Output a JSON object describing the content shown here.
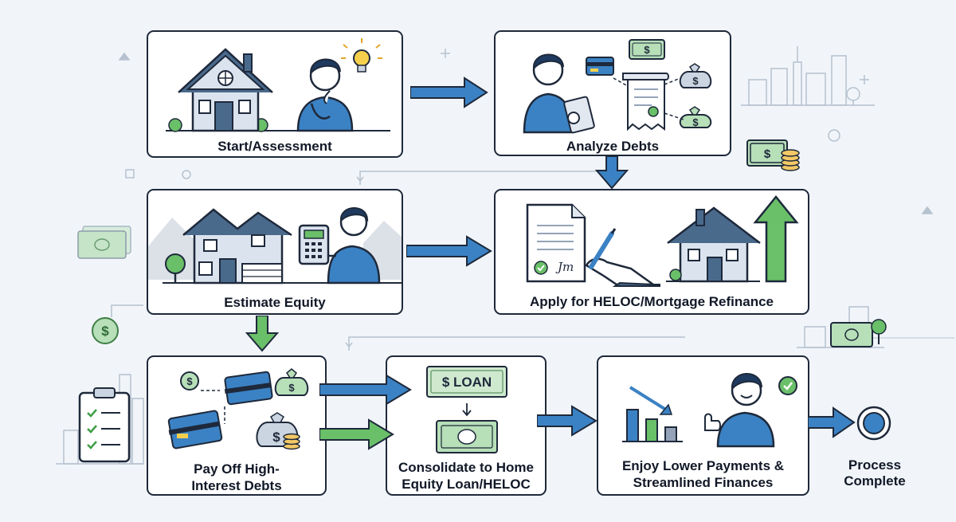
{
  "steps": [
    {
      "id": "start",
      "label": "Start/Assessment"
    },
    {
      "id": "analyze",
      "label": "Analyze Debts"
    },
    {
      "id": "estimate",
      "label": "Estimate Equity"
    },
    {
      "id": "apply",
      "label": "Apply for HELOC/Mortgage Refinance"
    },
    {
      "id": "payoff",
      "label_lines": [
        "Pay Off High-",
        "Interest Debts"
      ]
    },
    {
      "id": "consolidate",
      "label_lines": [
        "Consolidate to Home",
        "Equity Loan/HELOC"
      ],
      "loan_banner": "$ LOAN"
    },
    {
      "id": "enjoy",
      "label_lines": [
        "Enjoy Lower Payments &",
        "Streamlined Finances"
      ]
    }
  ],
  "final": {
    "label_lines": [
      "Process",
      "Complete"
    ]
  },
  "icons": {
    "currency": "$",
    "signature": "Jm"
  },
  "colors": {
    "blue_arrow": "#3b82c4",
    "green_arrow": "#6abf69",
    "outline": "#1e293b",
    "money_green": "#b7dfb8",
    "shirt_blue": "#3b82c4"
  }
}
